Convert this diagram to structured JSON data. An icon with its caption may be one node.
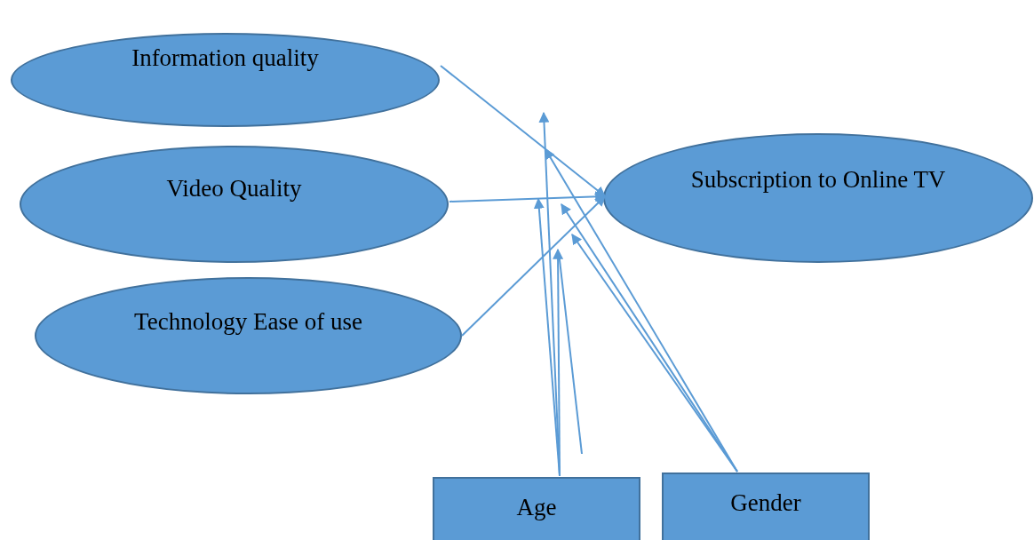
{
  "diagram": {
    "nodes": [
      {
        "text": [
          "Information quality"
        ]
      },
      {
        "text": [
          "Video Quality"
        ]
      },
      {
        "text": [
          "Technology Ease of use"
        ]
      },
      {
        "text": [
          "Subscription to Online TV"
        ]
      },
      {
        "text": [
          "Age"
        ]
      },
      {
        "text": [
          "Gender"
        ]
      }
    ],
    "edges": [
      {
        "from": 0,
        "to": 3,
        "arrow": "to"
      },
      {
        "from": 1,
        "to": 3,
        "arrow": "to"
      },
      {
        "from": 2,
        "to": 3,
        "arrow": "to"
      },
      {
        "from": 4,
        "to": null,
        "arrow": "to"
      },
      {
        "from": 4,
        "to": null,
        "arrow": "to"
      },
      {
        "from": 4,
        "to": null,
        "arrow": "to"
      },
      {
        "from": 5,
        "to": null,
        "arrow": "to"
      },
      {
        "from": 5,
        "to": null,
        "arrow": "to"
      },
      {
        "from": 5,
        "to": null,
        "arrow": "to"
      }
    ]
  }
}
